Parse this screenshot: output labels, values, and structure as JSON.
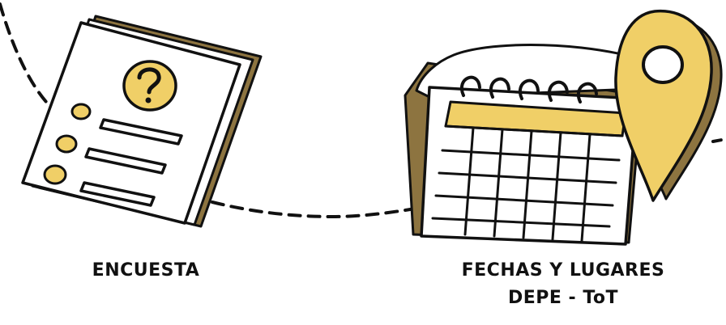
{
  "steps": [
    {
      "label": "ENCUESTA",
      "icon": "survey-document-icon"
    },
    {
      "label_lines": [
        "FECHAS Y LUGARES",
        "DEPE - ToT"
      ],
      "icon": "calendar-location-icon"
    }
  ],
  "colors": {
    "accent": "#f0cf67",
    "shadow": "#8d7440",
    "ink": "#111111",
    "background": "#ffffff"
  }
}
